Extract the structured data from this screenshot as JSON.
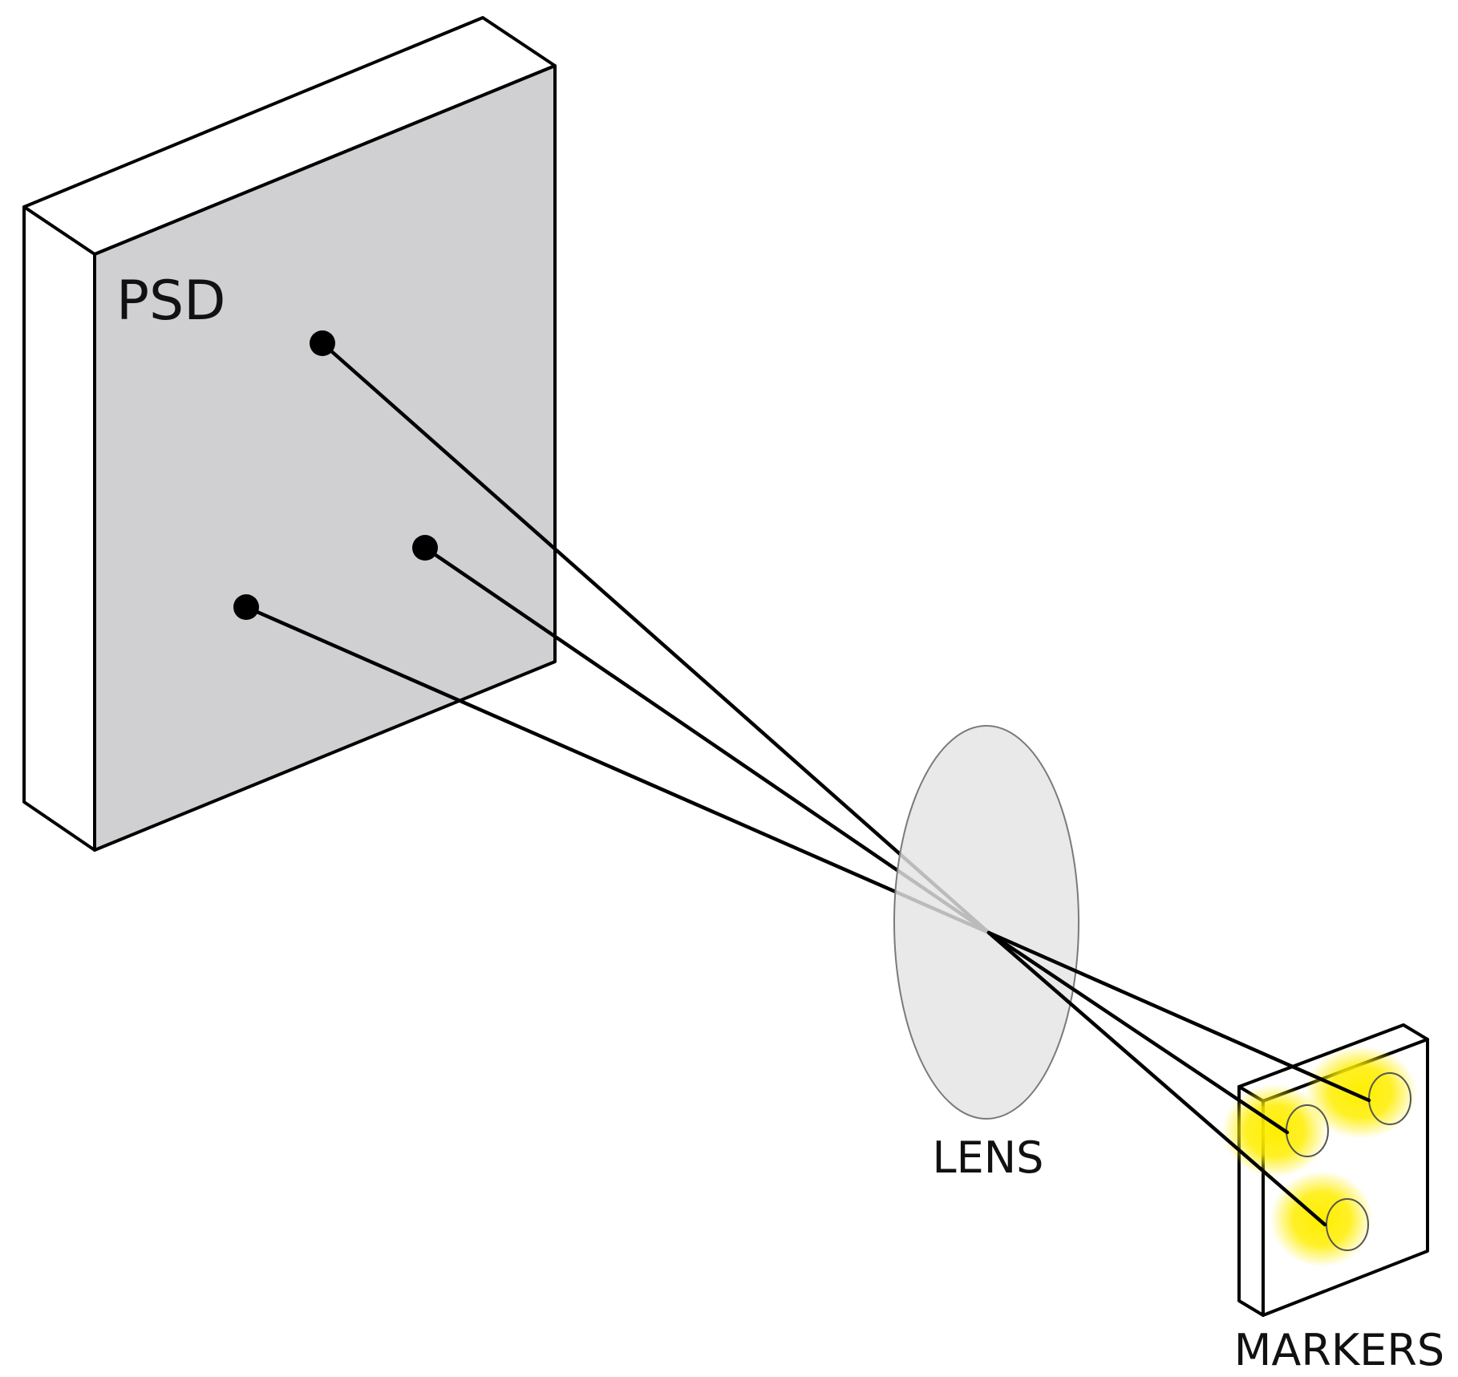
{
  "labels": {
    "psd": "PSD",
    "lens": "LENS",
    "markers": "MARKERS"
  },
  "colors": {
    "psd_face": "#d0cfd1",
    "psd_side": "#ffffff",
    "lens_fill": "#e4e4e4",
    "marker_glow": "#ffee00",
    "line": "#000000"
  }
}
